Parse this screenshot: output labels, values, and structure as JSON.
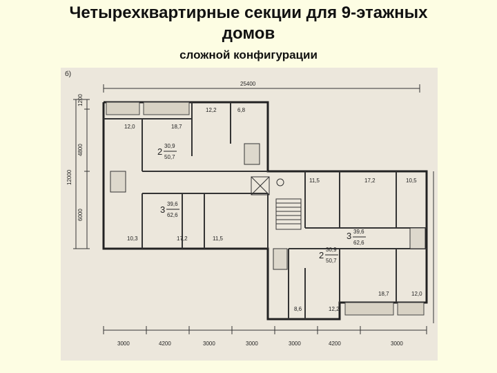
{
  "header": {
    "title_line1": "Четырехквартирные секции для 9-этажных",
    "title_line2": "домов",
    "subtitle": "сложной конфигурации"
  },
  "plan": {
    "figure_label": "б)",
    "overall_width": "25400",
    "left_dims": [
      "1200",
      "4800",
      "12000",
      "6000"
    ],
    "bottom_dims": [
      "3000",
      "4200",
      "3000",
      "3000",
      "3000",
      "4200",
      "3000"
    ],
    "room_areas": {
      "r_12_0_left": "12,0",
      "r_18_7": "18,7",
      "r_12_2": "12,2",
      "r_6_8": "6,8",
      "r_11_5_upper": "11,5",
      "r_17_2_upper": "17,2",
      "r_10_5": "10,5",
      "r_10_3": "10,3",
      "r_17_2_lower": "17,2",
      "r_11_5_lower": "11,5",
      "r_8_6": "8,6",
      "r_12_2_lower": "12,2",
      "r_18_7_lower": "18,7",
      "r_12_0_right": "12,0"
    },
    "apartments": [
      {
        "rooms": "2",
        "living": "30,9",
        "total": "50,7"
      },
      {
        "rooms": "3",
        "living": "39,6",
        "total": "62,6"
      },
      {
        "rooms": "3",
        "living": "39,6",
        "total": "62,6"
      },
      {
        "rooms": "2",
        "living": "30,9",
        "total": "50,7"
      }
    ]
  },
  "colors": {
    "background": "#fdfde3",
    "plan_paper": "#ece7dc",
    "ink": "#222222"
  }
}
